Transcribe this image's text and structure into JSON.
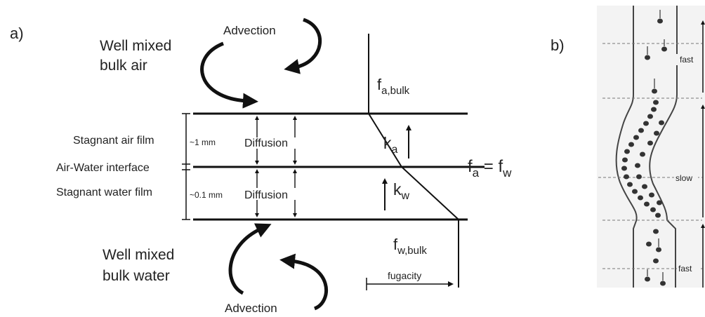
{
  "panel_a": {
    "label": "a)",
    "top_advection": "Advection",
    "bulk_air": [
      "Well mixed",
      "bulk air"
    ],
    "bulk_water": [
      "Well mixed",
      "bulk water"
    ],
    "bottom_advection": "Advection",
    "stagnant_air_film": "Stagnant air film",
    "air_water_interface": "Air-Water interface",
    "stagnant_water_film": "Stagnant water film",
    "air_film_thickness": "~1 mm",
    "water_film_thickness": "~0.1 mm",
    "diffusion_upper": "Diffusion",
    "diffusion_lower": "Diffusion",
    "f_a_bulk": {
      "base": "f",
      "sub": "a,bulk"
    },
    "f_w_bulk": {
      "base": "f",
      "sub": "w,bulk"
    },
    "k_a": {
      "base": "k",
      "sub": "a"
    },
    "k_w": {
      "base": "k",
      "sub": "w"
    },
    "equilibrium": {
      "f1": "f",
      "s1": "a",
      "eq": " = ",
      "f2": "f",
      "s2": "w"
    },
    "fugacity_label": "fugacity"
  },
  "panel_b": {
    "label": "b)",
    "fast_top": "fast",
    "slow": "slow",
    "fast_bottom": "fast"
  }
}
